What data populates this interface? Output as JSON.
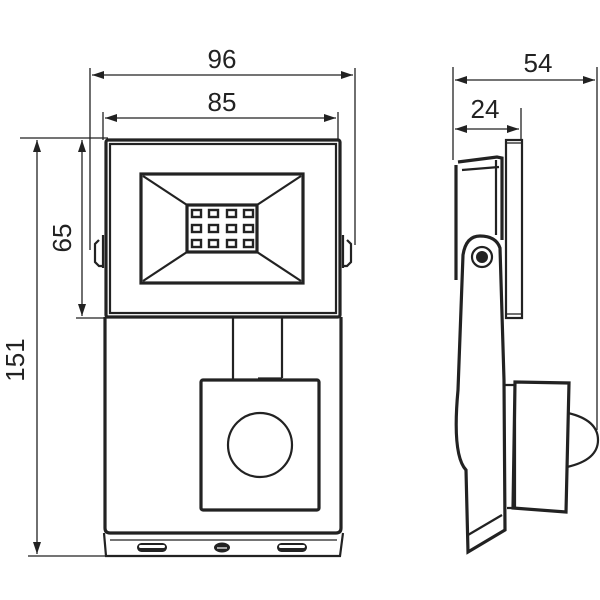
{
  "drawing": {
    "title": "LED floodlight with PIR motion sensor - dimension drawing",
    "units": "mm",
    "stroke_color": "#222222",
    "background": "#ffffff"
  },
  "front_view": {
    "dimensions": {
      "overall_width": "96",
      "body_width": "85",
      "overall_height": "151",
      "lamp_head_height": "65"
    },
    "led_grid": {
      "rows": 3,
      "cols": 4
    }
  },
  "side_view": {
    "dimensions": {
      "overall_depth": "54",
      "lamp_head_depth": "24"
    }
  }
}
